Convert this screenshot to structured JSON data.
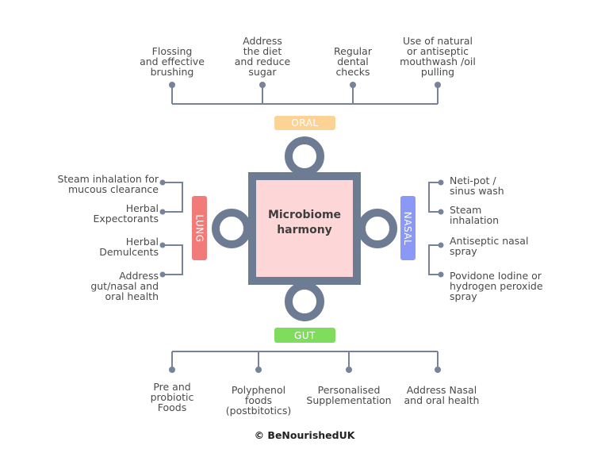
{
  "center": {
    "label": "Microbiome\nharmony"
  },
  "sections": {
    "oral": {
      "label": "ORAL",
      "color": "#fcd395",
      "items": [
        "Flossing\nand effective\nbrushing",
        "Address\nthe diet\nand reduce\nsugar",
        "Regular\ndental\nchecks",
        "Use of natural\nor antiseptic\nmouthwash /oil\npulling"
      ]
    },
    "gut": {
      "label": "GUT",
      "color": "#7fdc5c",
      "items": [
        "Pre and\nprobiotic\nFoods",
        "Polyphenol\nfoods\n(postbitotics)",
        "Personalised\nSupplementation",
        "Address Nasal\nand oral health"
      ]
    },
    "lung": {
      "label": "LUNG",
      "color": "#f07b78",
      "items": [
        "Steam inhalation for\nmucous clearance",
        "Herbal\nExpectorants",
        "Herbal\nDemulcents",
        "Address\ngut/nasal and\noral health"
      ]
    },
    "nasal": {
      "label": "NASAL",
      "color": "#8a99f5",
      "items": [
        "Neti-pot /\nsinus wash",
        "Steam\ninhalation",
        "Antiseptic nasal\nspray",
        "Povidone Iodine or\nhydrogen peroxide\nspray"
      ]
    }
  },
  "colors": {
    "frame": "#6e7c93",
    "core_fill": "#fdd6d8",
    "line": "#76839a"
  },
  "footer": {
    "copyright": "© BeNourishedUK"
  }
}
